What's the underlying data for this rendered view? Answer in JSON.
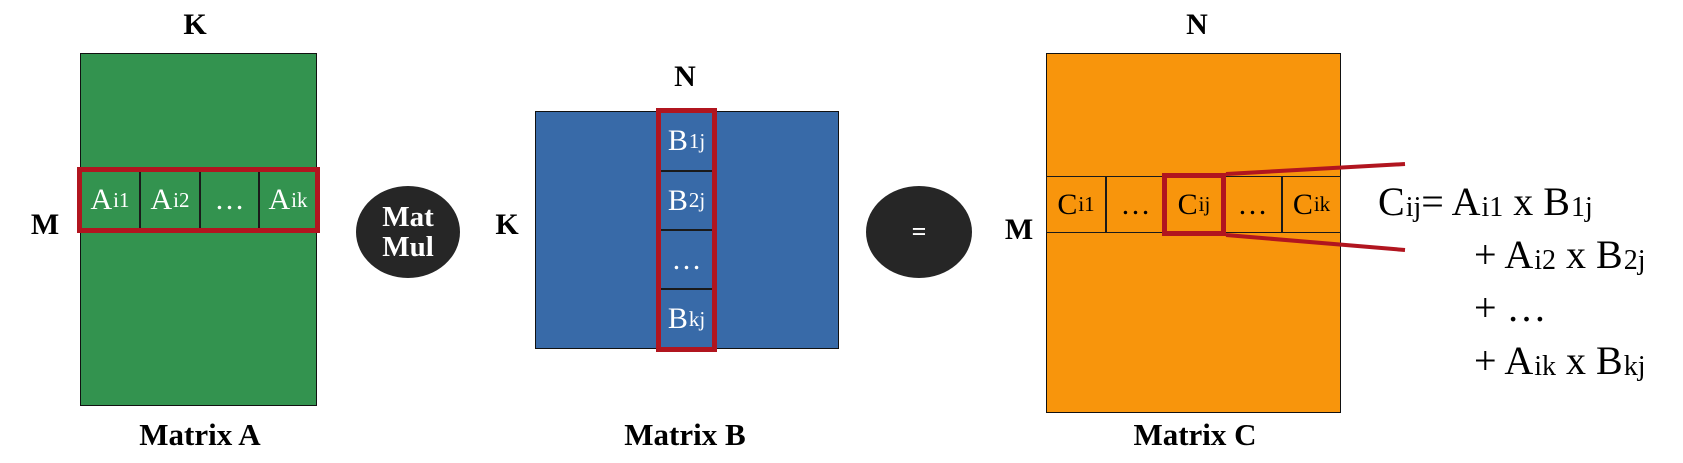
{
  "matrix_a": {
    "title": "Matrix A",
    "col_dim": "K",
    "row_dim": "M",
    "cells": [
      {
        "base": "A",
        "sub": "i1"
      },
      {
        "base": "A",
        "sub": "i2"
      },
      {
        "base": "…",
        "sub": ""
      },
      {
        "base": "A",
        "sub": "ik"
      }
    ],
    "color": "#33934f"
  },
  "operator_matmul": {
    "line1": "Mat",
    "line2": "Mul"
  },
  "matrix_b": {
    "title": "Matrix B",
    "col_dim": "N",
    "row_dim": "K",
    "cells": [
      {
        "base": "B",
        "sub": "1j"
      },
      {
        "base": "B",
        "sub": "2j"
      },
      {
        "base": "…",
        "sub": ""
      },
      {
        "base": "B",
        "sub": "kj"
      }
    ],
    "color": "#386aa8"
  },
  "operator_equals": {
    "symbol": "="
  },
  "matrix_c": {
    "title": "Matrix C",
    "col_dim": "N",
    "row_dim": "M",
    "cells": [
      {
        "base": "C",
        "sub": "i1"
      },
      {
        "base": "…",
        "sub": ""
      },
      {
        "base": "C",
        "sub": "ij"
      },
      {
        "base": "…",
        "sub": ""
      },
      {
        "base": "C",
        "sub": "ik"
      }
    ],
    "color": "#f8950c"
  },
  "equation": {
    "lhs": {
      "base": "C",
      "sub": "ij"
    },
    "lines": [
      {
        "prefix": "= ",
        "a_base": "A",
        "a_sub": "i1",
        "times": " x ",
        "b_base": "B",
        "b_sub": "1j"
      },
      {
        "prefix": "+ ",
        "a_base": "A",
        "a_sub": "i2",
        "times": " x ",
        "b_base": "B",
        "b_sub": "2j"
      },
      {
        "prefix": "+ …"
      },
      {
        "prefix": "+ ",
        "a_base": "A",
        "a_sub": "ik",
        "times": " x ",
        "b_base": "B",
        "b_sub": "kj"
      }
    ]
  },
  "highlight_color": "#b1151f"
}
